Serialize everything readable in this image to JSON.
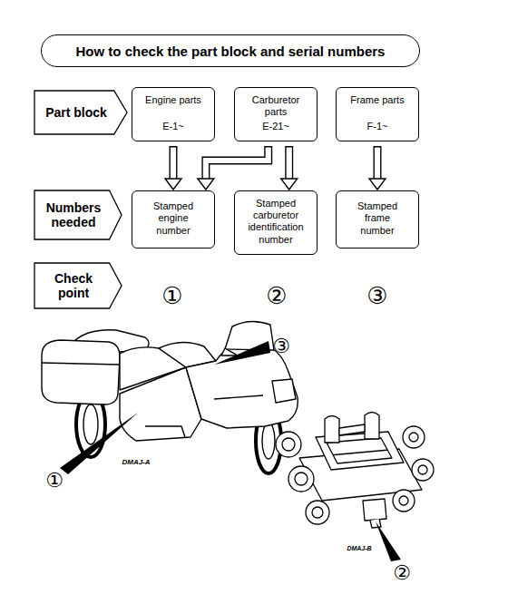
{
  "diagram": {
    "title": "How to check the part block and serial numbers",
    "nodes": [
      {
        "text": [
          "Part block"
        ]
      },
      {
        "text": [
          "Engine parts",
          "E-1~"
        ]
      },
      {
        "text": [
          "Carburetor parts",
          "E-21~"
        ]
      },
      {
        "text": [
          "Frame parts",
          "F-1~"
        ]
      },
      {
        "text": [
          "Numbers needed"
        ]
      },
      {
        "text": [
          "Stamped engine number"
        ]
      },
      {
        "text": [
          "Stamped carburetor identification number"
        ]
      },
      {
        "text": [
          "Stamped frame number"
        ]
      },
      {
        "text": [
          "Check point"
        ]
      }
    ],
    "edges": [
      {
        "from": 1,
        "to": 5,
        "arrow": "to"
      },
      {
        "from": 2,
        "to": 5,
        "arrow": "to"
      },
      {
        "from": 2,
        "to": 6,
        "arrow": "to"
      },
      {
        "from": 3,
        "to": 7,
        "arrow": "to"
      }
    ],
    "labels": [
      "①",
      "②",
      "③",
      "③",
      "①",
      "DMAJ-A",
      "DMAJ-B",
      "②"
    ]
  }
}
